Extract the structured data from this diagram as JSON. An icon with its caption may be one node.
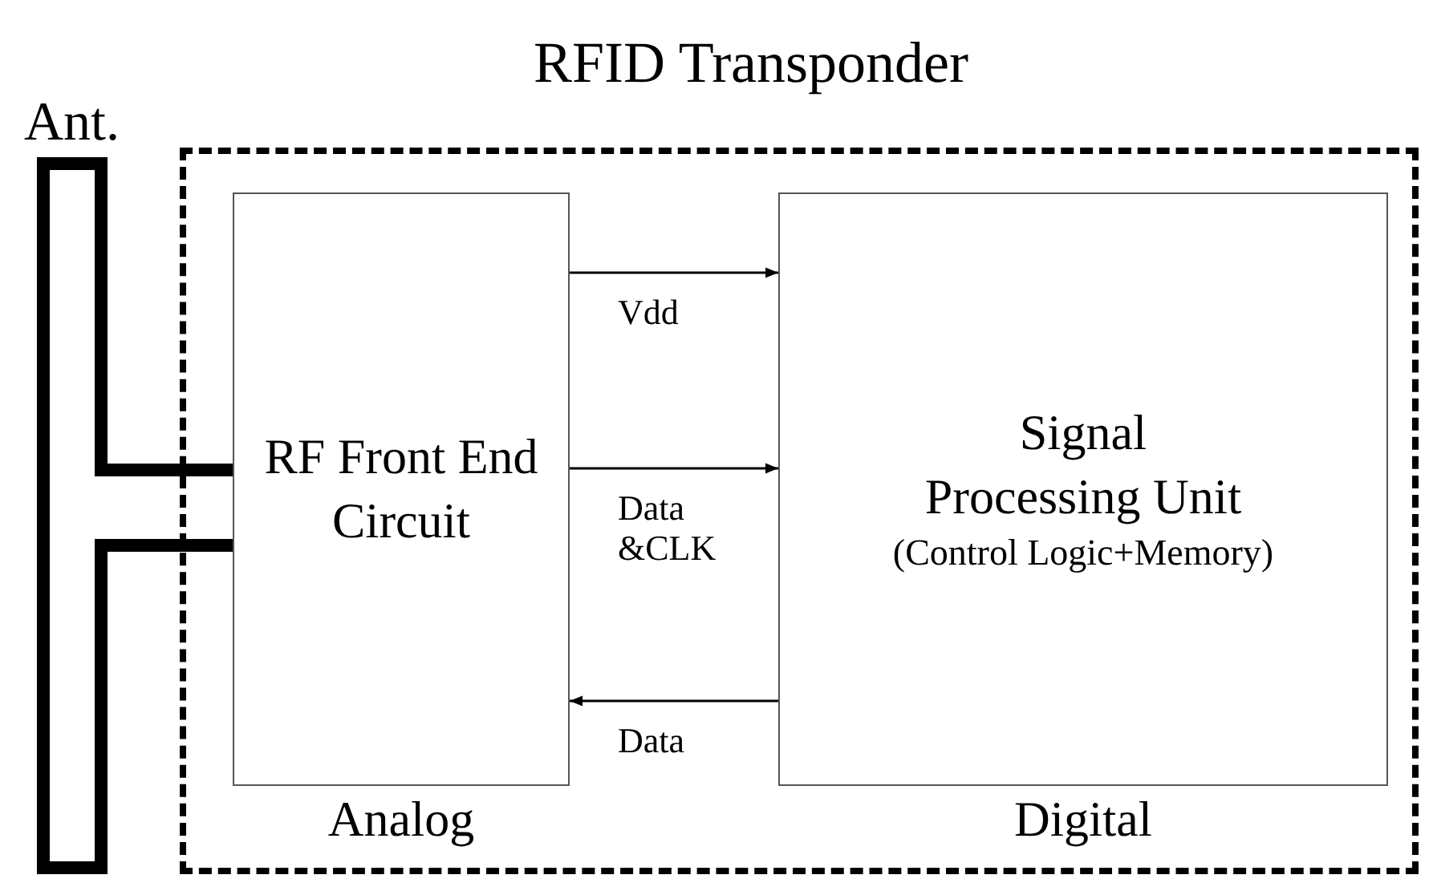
{
  "diagram": {
    "nodes": [
      {
        "text": [
          "RFID Transponder"
        ]
      },
      {
        "text": [
          "Ant."
        ]
      },
      {
        "text": [
          "RF Front End Circuit"
        ],
        "beside": [
          "Analog"
        ],
        "in": 0
      },
      {
        "text": [
          "Signal Processing Unit",
          "(Control Logic+Memory)"
        ],
        "beside": [
          "Digital"
        ],
        "in": 0
      }
    ],
    "edges": [
      {
        "from": 1,
        "to": 2,
        "arrow": "none",
        "style": "thick"
      },
      {
        "from": 2,
        "to": 3,
        "arrow": "to",
        "label": "Vdd"
      },
      {
        "from": 2,
        "to": 3,
        "arrow": "to",
        "label": "Data &CLK"
      },
      {
        "from": 3,
        "to": 2,
        "arrow": "to",
        "label": "Data"
      }
    ]
  }
}
